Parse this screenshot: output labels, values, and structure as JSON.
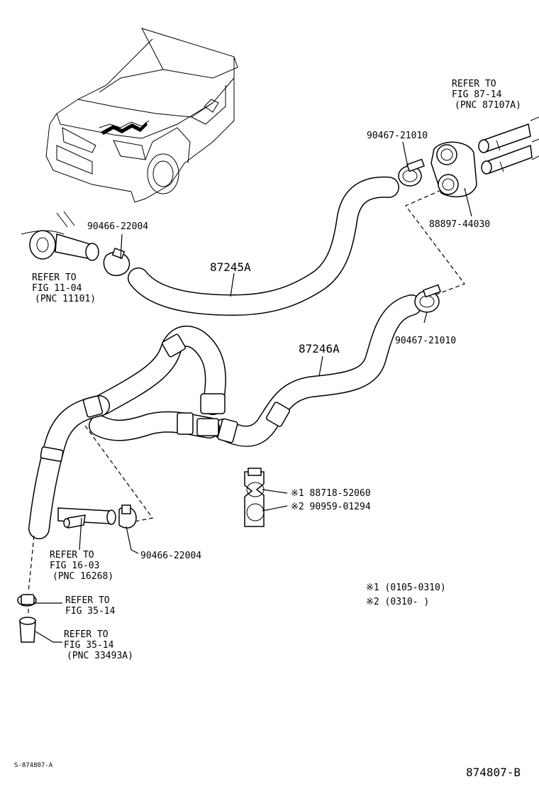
{
  "labels": {
    "ref_87_14": [
      "REFER TO",
      "FIG 87-14",
      "(PNC 87107A)"
    ],
    "clip_top": "90467-21010",
    "part_88897": "88897-44030",
    "clamp_left": "90466-22004",
    "ref_11_04": [
      "REFER TO",
      "FIG 11-04",
      "(PNC 11101)"
    ],
    "hose_upper": "87245A",
    "clip_mid": "90467-21010",
    "hose_lower": "87246A",
    "note1_part": "※1 88718-52060",
    "note2_part": "※2 90959-01294",
    "ref_16_03": [
      "REFER TO",
      "FIG 16-03",
      "(PNC 16268)"
    ],
    "clamp_bottom": "90466-22004",
    "date1": "※1 (0105-0310)",
    "date2": "※2 (0310-      )",
    "ref_35_14a": [
      "REFER TO",
      "FIG 35-14"
    ],
    "ref_35_14b": [
      "REFER TO",
      "FIG 35-14",
      "(PNC 33493A)"
    ],
    "code_small": "S-874807-A",
    "code_large": "874807-B"
  }
}
